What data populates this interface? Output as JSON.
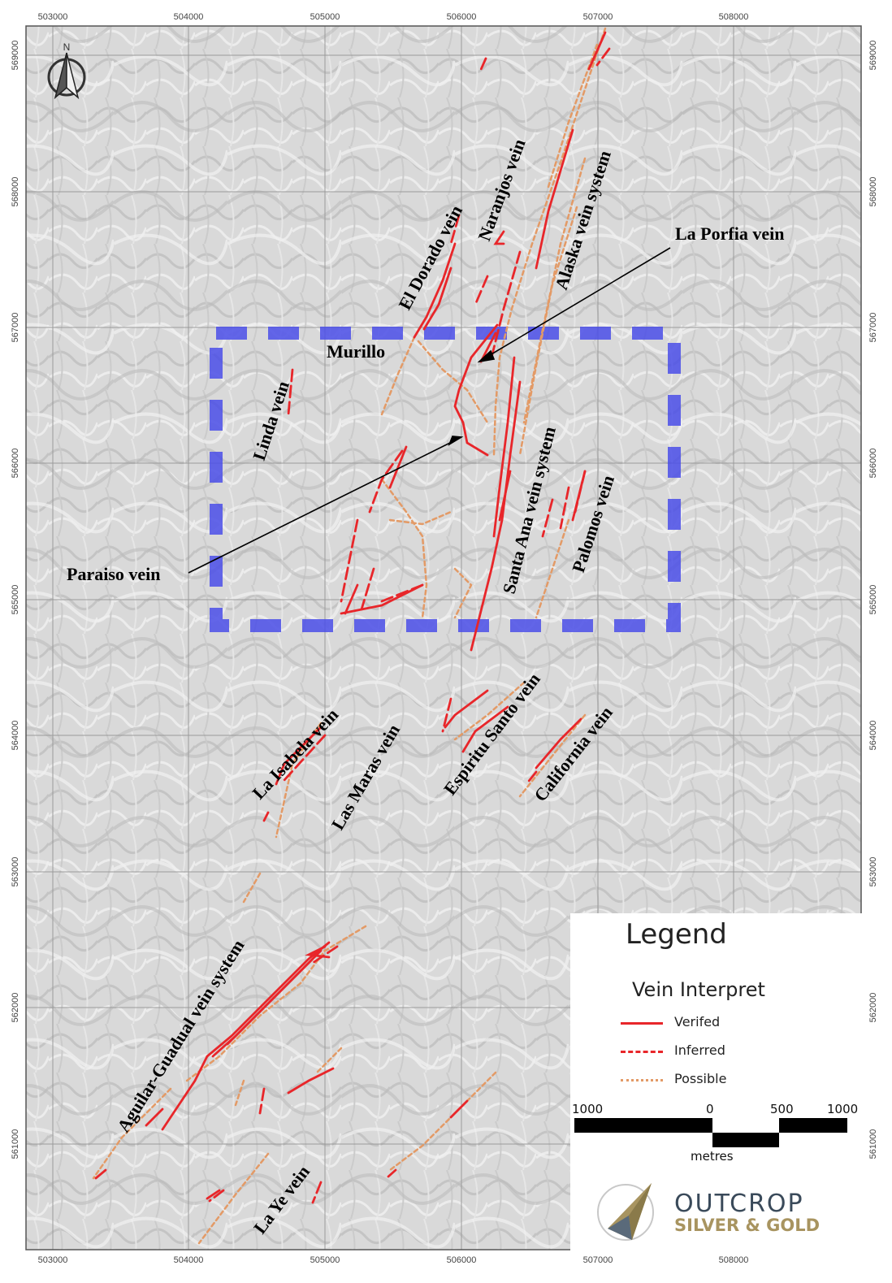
{
  "map": {
    "x_ticks": [
      "503000",
      "504000",
      "505000",
      "506000",
      "507000",
      "508000"
    ],
    "y_ticks": [
      "569000",
      "568000",
      "567000",
      "566000",
      "565000",
      "564000",
      "563000",
      "562000",
      "561000"
    ],
    "north_label": "N",
    "place_label": "Murillo",
    "veins": {
      "el_dorado": "El Dorado vein",
      "naranjos": "Naranjos vein",
      "alaska": "Alaska vein system",
      "la_porfia": "La Porfia vein",
      "linda": "Linda vein",
      "paraiso": "Paraiso vein",
      "santa_ana": "Santa Ana vein system",
      "palomos": "Palomos vein",
      "la_isabela": "La Isabela vein",
      "las_maras": "Las Maras vein",
      "espiritu_santo": "Espiritu Santo vein",
      "california": "California vein",
      "aguilar_guadual": "Aguilar-Guadual vein system",
      "la_ye": "La Ye vein"
    },
    "colors": {
      "verified": "#e8262a",
      "inferred": "#e8262a",
      "possible": "#e39a66",
      "study_area": "#4a4ee8"
    }
  },
  "legend": {
    "title": "Legend",
    "subtitle": "Vein Interpret",
    "items": [
      {
        "label": "Verifed",
        "style": "solid"
      },
      {
        "label": "Inferred",
        "style": "dashed"
      },
      {
        "label": "Possible",
        "style": "dotted"
      }
    ],
    "scale": {
      "labels": [
        "1000",
        "0",
        "500",
        "1000"
      ],
      "unit": "metres"
    },
    "logo": {
      "line1": "OUTCROP",
      "line2": "SILVER & GOLD"
    }
  }
}
